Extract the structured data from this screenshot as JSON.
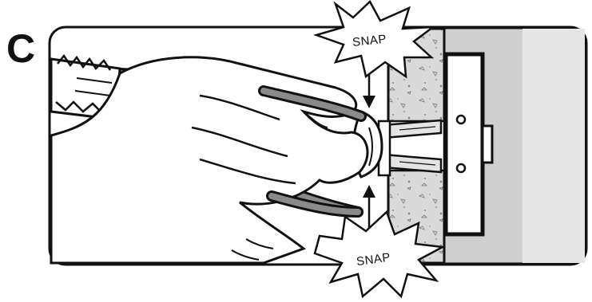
{
  "diagram": {
    "step_letter": "C",
    "callouts": [
      {
        "label": "SNAP"
      },
      {
        "label": "SNAP"
      }
    ]
  }
}
